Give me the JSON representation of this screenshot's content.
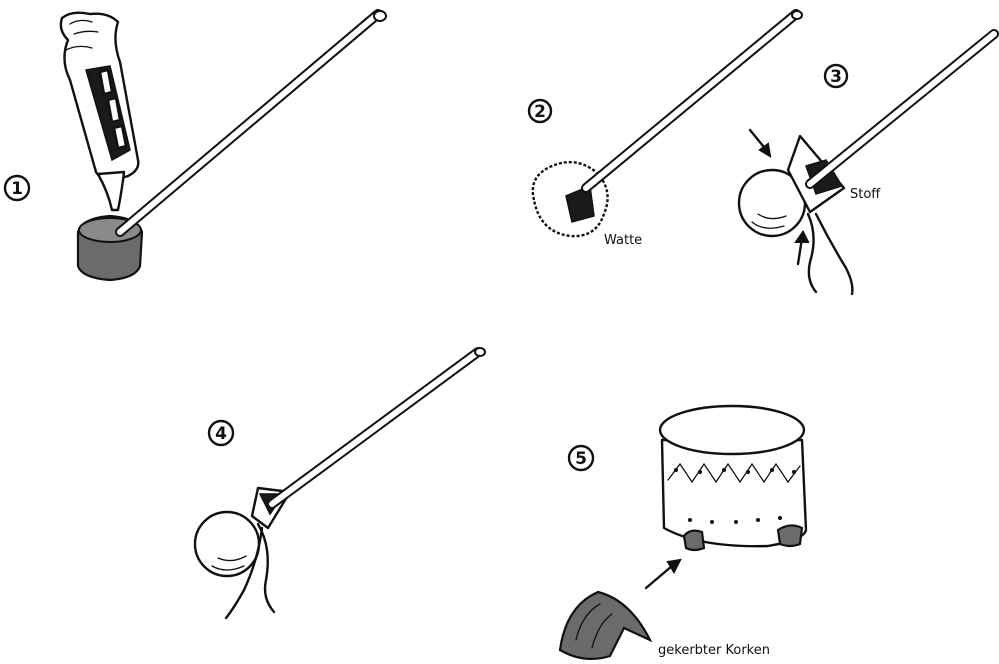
{
  "steps": [
    {
      "number": "1"
    },
    {
      "number": "2"
    },
    {
      "number": "3"
    },
    {
      "number": "4"
    },
    {
      "number": "5"
    }
  ],
  "labels": {
    "watte": "Watte",
    "stoff": "Stoff",
    "korken": "gekerbter Korken"
  },
  "colors": {
    "ink": "#111111",
    "background": "#ffffff"
  }
}
